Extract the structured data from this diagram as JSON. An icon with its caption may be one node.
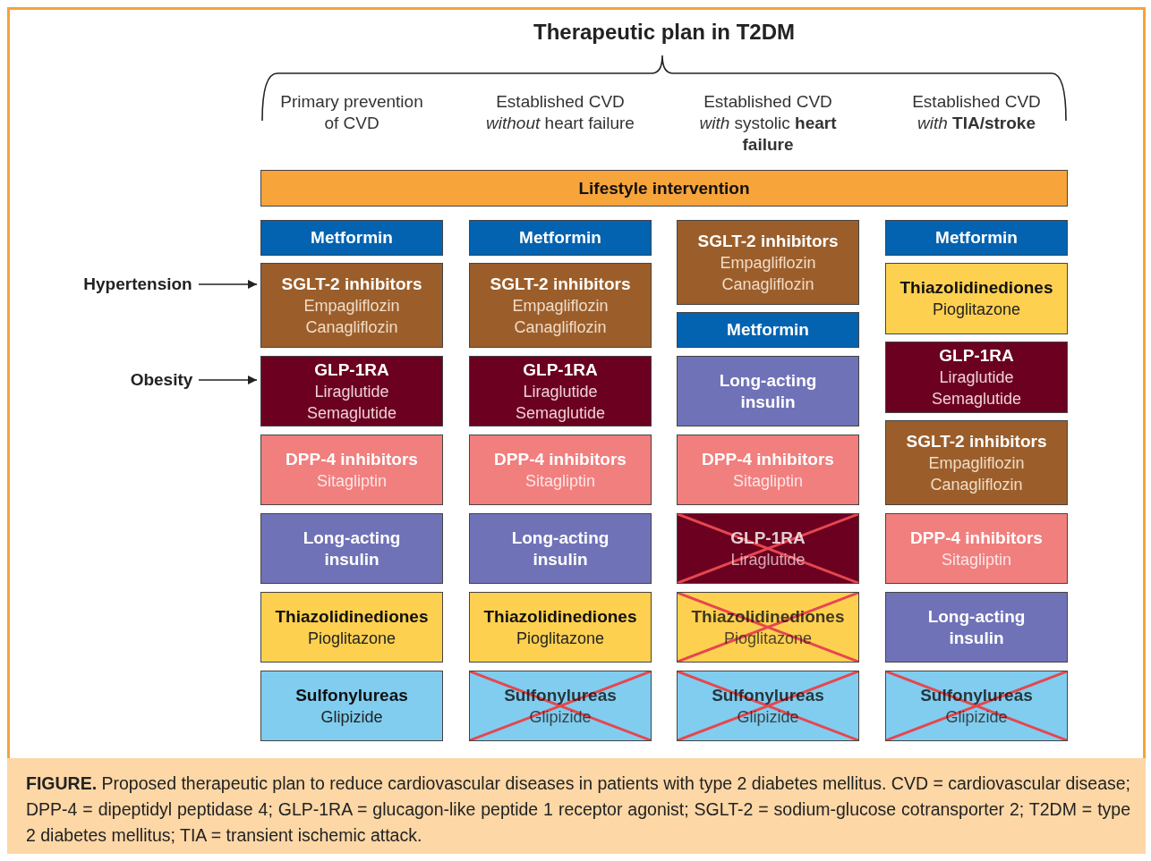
{
  "diagram": {
    "title": "Therapeutic plan in T2DM",
    "caption": "**FIGURE.** Proposed therapeutic plan to reduce cardiovascular diseases in patients with type 2 diabetes mellitus. CVD = cardiovascular disease; DPP-4 = dipeptidyl peptidase 4; GLP-1RA = glucagon-like peptide 1 receptor agonist; SGLT-2 = sodium-glucose cotransporter 2; T2DM = type 2 diabetes mellitus; TIA = transient ischemic attack.",
    "nodes": [
      {
        "text": [
          "Lifestyle intervention"
        ]
      },
      {
        "text": [
          "Metformin"
        ]
      },
      {
        "text": [
          "SGLT-2 inhibitors",
          "Empagliflozin",
          "Canagliflozin"
        ]
      },
      {
        "text": [
          "GLP-1RA",
          "Liraglutide",
          "Semaglutide"
        ]
      },
      {
        "text": [
          "DPP-4 inhibitors",
          "Sitagliptin"
        ]
      },
      {
        "text": [
          "Long-acting insulin"
        ]
      },
      {
        "text": [
          "Thiazolidinediones",
          "Pioglitazone"
        ]
      },
      {
        "text": [
          "Sulfonylureas",
          "Glipizide"
        ]
      },
      {
        "text": [
          "Metformin"
        ]
      },
      {
        "text": [
          "SGLT-2 inhibitors",
          "Empagliflozin",
          "Canagliflozin"
        ]
      },
      {
        "text": [
          "GLP-1RA",
          "Liraglutide",
          "Semaglutide"
        ]
      },
      {
        "text": [
          "DPP-4 inhibitors",
          "Sitagliptin"
        ]
      },
      {
        "text": [
          "Long-acting insulin"
        ]
      },
      {
        "text": [
          "Thiazolidinediones",
          "Pioglitazone"
        ]
      },
      {
        "text": [
          "Sulfonylureas",
          "Glipizide"
        ]
      },
      {
        "text": [
          "SGLT-2 inhibitors",
          "Empagliflozin",
          "Canagliflozin"
        ]
      },
      {
        "text": [
          "Metformin"
        ]
      },
      {
        "text": [
          "Long-acting insulin"
        ]
      },
      {
        "text": [
          "DPP-4 inhibitors",
          "Sitagliptin"
        ]
      },
      {
        "text": [
          "GLP-1RA",
          "Liraglutide"
        ]
      },
      {
        "text": [
          "Thiazolidinediones",
          "Pioglitazone"
        ]
      },
      {
        "text": [
          "Sulfonylureas",
          "Glipizide"
        ]
      },
      {
        "text": [
          "Metformin"
        ]
      },
      {
        "text": [
          "Thiazolidinediones",
          "Pioglitazone"
        ]
      },
      {
        "text": [
          "GLP-1RA",
          "Liraglutide",
          "Semaglutide"
        ]
      },
      {
        "text": [
          "SGLT-2 inhibitors",
          "Empagliflozin",
          "Canagliflozin"
        ]
      },
      {
        "text": [
          "DPP-4 inhibitors",
          "Sitagliptin"
        ]
      },
      {
        "text": [
          "Long-acting insulin"
        ]
      },
      {
        "text": [
          "Sulfonylureas",
          "Glipizide"
        ]
      },
      {
        "text": [
          "Hypertension"
        ]
      },
      {
        "text": [
          "Obesity"
        ]
      }
    ],
    "edges": [
      {
        "from": 29,
        "to": 2,
        "arrow": "to"
      },
      {
        "from": 30,
        "to": 3,
        "arrow": "to"
      }
    ],
    "labels": [
      "Primary prevention of CVD",
      "Established CVD *without* heart failure",
      "Established CVD *with* systolic **heart failure**",
      "Established CVD *with* **TIA/stroke**"
    ]
  }
}
